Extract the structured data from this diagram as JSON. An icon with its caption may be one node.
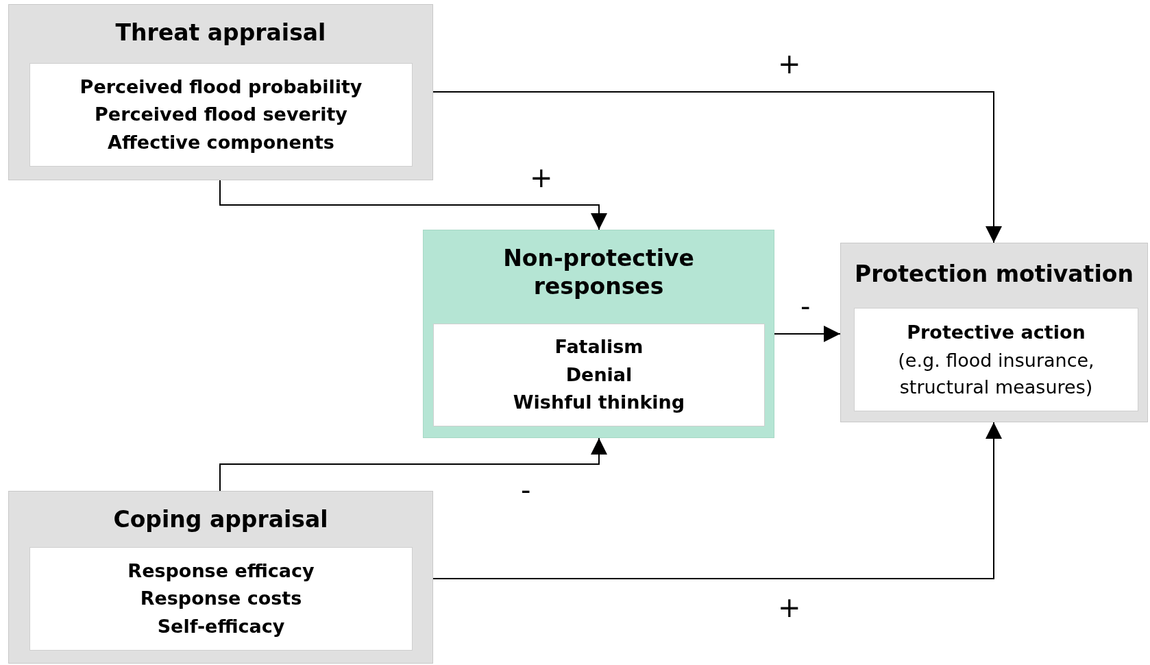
{
  "diagram": {
    "nodes": [
      {
        "text": [
          "Threat appraisal"
        ]
      },
      {
        "text": [
          "Perceived flood probability",
          "Perceived flood severity",
          "Affective components"
        ],
        "in": 0
      },
      {
        "text": [
          "Non-protective responses"
        ]
      },
      {
        "text": [
          "Fatalism",
          "Denial",
          "Wishful thinking"
        ],
        "in": 2
      },
      {
        "text": [
          "Protection motivation"
        ]
      },
      {
        "text": [
          "Protective action",
          "(e.g. flood insurance, structural measures)"
        ],
        "in": 4
      },
      {
        "text": [
          "Coping appraisal"
        ]
      },
      {
        "text": [
          "Response efficacy",
          "Response costs",
          "Self-efficacy"
        ],
        "in": 6
      }
    ],
    "edges": [
      {
        "from": 0,
        "to": 4,
        "arrow": "to",
        "label": "+"
      },
      {
        "from": 0,
        "to": 2,
        "arrow": "to",
        "label": "+"
      },
      {
        "from": 2,
        "to": 4,
        "arrow": "to",
        "label": "-"
      },
      {
        "from": 6,
        "to": 2,
        "arrow": "to",
        "label": "-"
      },
      {
        "from": 6,
        "to": 4,
        "arrow": "to",
        "label": "+"
      }
    ]
  }
}
